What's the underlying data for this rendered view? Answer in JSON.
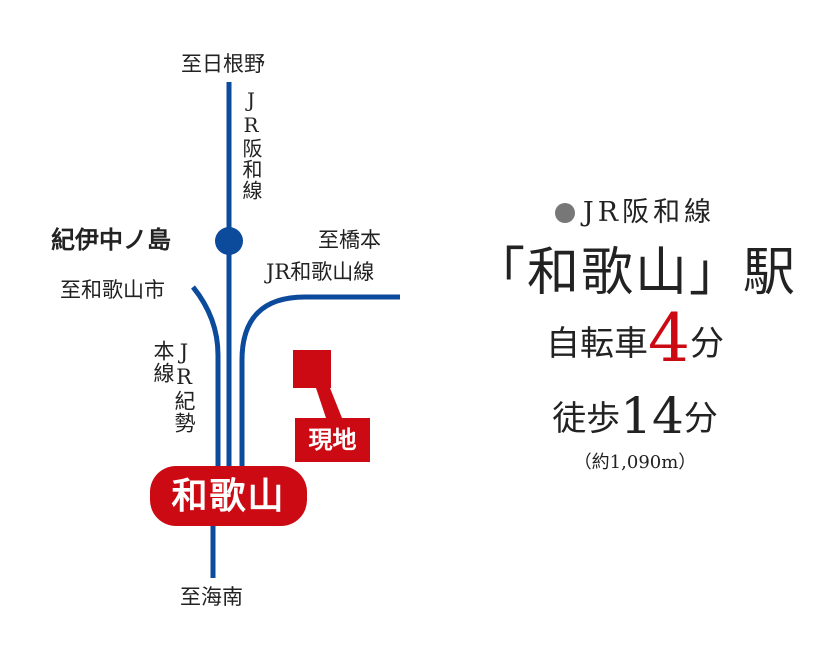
{
  "colors": {
    "line_blue": "#0c4a9b",
    "accent_red": "#cc0a14",
    "bullet_gray": "#777777"
  },
  "map": {
    "to_hineno": "至日根野",
    "hanwa_line_vertical": "JR阪和線",
    "kii_nakanoshima": "紀伊中ノ島",
    "to_hashimoto": "至橋本",
    "wakayama_line": "JR和歌山線",
    "to_wakayamashi": "至和歌山市",
    "kisei_line_vertical": "JR紀勢本線",
    "site_label": "現地",
    "wakayama_station": "和歌山",
    "to_kainan": "至海南"
  },
  "info": {
    "bullet_icon": "circle-bullet",
    "line_name": "JR阪和線",
    "station": "「和歌山」駅",
    "bicycle_label": "自転車",
    "bicycle_minutes": "4",
    "walk_label": "徒歩",
    "walk_minutes": "14",
    "minutes_unit": "分",
    "distance": "（約1,090m）"
  }
}
